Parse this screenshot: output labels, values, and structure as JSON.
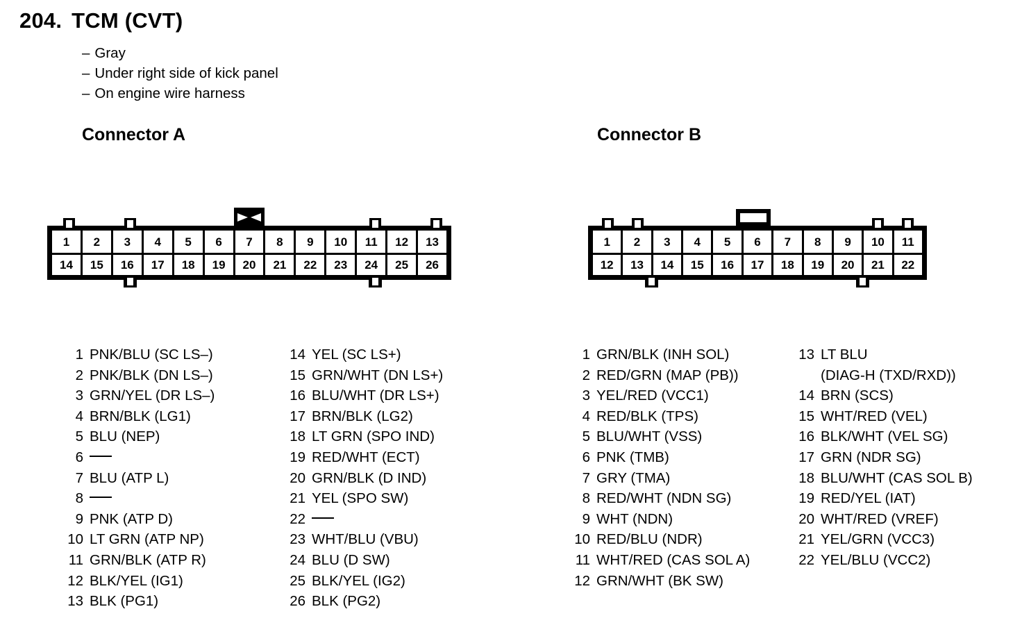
{
  "header": {
    "number": "204.",
    "title": "TCM (CVT)",
    "bullets": [
      "Gray",
      "Under right side of kick panel",
      "On engine wire harness"
    ],
    "dash": "–"
  },
  "connector_a": {
    "heading": "Connector A",
    "top_row": [
      "1",
      "2",
      "3",
      "4",
      "5",
      "6",
      "7",
      "8",
      "9",
      "10",
      "11",
      "12",
      "13"
    ],
    "bottom_row": [
      "14",
      "15",
      "16",
      "17",
      "18",
      "19",
      "20",
      "21",
      "22",
      "23",
      "24",
      "25",
      "26"
    ],
    "latch": "bowtie-latch-icon",
    "pins_left": [
      {
        "no": "1",
        "desc": "PNK/BLU (SC LS–)"
      },
      {
        "no": "2",
        "desc": "PNK/BLK (DN LS–)"
      },
      {
        "no": "3",
        "desc": "GRN/YEL (DR LS–)"
      },
      {
        "no": "4",
        "desc": "BRN/BLK (LG1)"
      },
      {
        "no": "5",
        "desc": "BLU (NEP)"
      },
      {
        "no": "6",
        "desc": ""
      },
      {
        "no": "7",
        "desc": "BLU (ATP L)"
      },
      {
        "no": "8",
        "desc": ""
      },
      {
        "no": "9",
        "desc": "PNK (ATP D)"
      },
      {
        "no": "10",
        "desc": "LT GRN (ATP NP)"
      },
      {
        "no": "11",
        "desc": "GRN/BLK (ATP R)"
      },
      {
        "no": "12",
        "desc": "BLK/YEL (IG1)"
      },
      {
        "no": "13",
        "desc": "BLK (PG1)"
      }
    ],
    "pins_right": [
      {
        "no": "14",
        "desc": "YEL (SC LS+)"
      },
      {
        "no": "15",
        "desc": "GRN/WHT (DN LS+)"
      },
      {
        "no": "16",
        "desc": "BLU/WHT (DR LS+)"
      },
      {
        "no": "17",
        "desc": "BRN/BLK (LG2)"
      },
      {
        "no": "18",
        "desc": "LT GRN (SPO IND)"
      },
      {
        "no": "19",
        "desc": "RED/WHT (ECT)"
      },
      {
        "no": "20",
        "desc": "GRN/BLK (D IND)"
      },
      {
        "no": "21",
        "desc": "YEL (SPO SW)"
      },
      {
        "no": "22",
        "desc": ""
      },
      {
        "no": "23",
        "desc": "WHT/BLU (VBU)"
      },
      {
        "no": "24",
        "desc": "BLU (D SW)"
      },
      {
        "no": "25",
        "desc": "BLK/YEL (IG2)"
      },
      {
        "no": "26",
        "desc": "BLK (PG2)"
      }
    ]
  },
  "connector_b": {
    "heading": "Connector B",
    "top_row": [
      "1",
      "2",
      "3",
      "4",
      "5",
      "6",
      "7",
      "8",
      "9",
      "10",
      "11"
    ],
    "bottom_row": [
      "12",
      "13",
      "14",
      "15",
      "16",
      "17",
      "18",
      "19",
      "20",
      "21",
      "22"
    ],
    "latch": "rectangular-latch-icon",
    "pins_left": [
      {
        "no": "1",
        "desc": "GRN/BLK (INH SOL)"
      },
      {
        "no": "2",
        "desc": "RED/GRN (MAP (PB))"
      },
      {
        "no": "3",
        "desc": "YEL/RED (VCC1)"
      },
      {
        "no": "4",
        "desc": "RED/BLK (TPS)"
      },
      {
        "no": "5",
        "desc": "BLU/WHT (VSS)"
      },
      {
        "no": "6",
        "desc": "PNK (TMB)"
      },
      {
        "no": "7",
        "desc": "GRY (TMA)"
      },
      {
        "no": "8",
        "desc": "RED/WHT (NDN SG)"
      },
      {
        "no": "9",
        "desc": "WHT (NDN)"
      },
      {
        "no": "10",
        "desc": "RED/BLU (NDR)"
      },
      {
        "no": "11",
        "desc": "WHT/RED (CAS SOL A)"
      },
      {
        "no": "12",
        "desc": "GRN/WHT (BK SW)"
      }
    ],
    "pins_right": [
      {
        "no": "13",
        "desc": "LT BLU",
        "desc2": "(DIAG-H (TXD/RXD))"
      },
      {
        "no": "14",
        "desc": "BRN (SCS)"
      },
      {
        "no": "15",
        "desc": "WHT/RED (VEL)"
      },
      {
        "no": "16",
        "desc": "BLK/WHT (VEL SG)"
      },
      {
        "no": "17",
        "desc": "GRN (NDR SG)"
      },
      {
        "no": "18",
        "desc": "BLU/WHT (CAS SOL B)"
      },
      {
        "no": "19",
        "desc": "RED/YEL (IAT)"
      },
      {
        "no": "20",
        "desc": "WHT/RED (VREF)"
      },
      {
        "no": "21",
        "desc": "YEL/GRN (VCC3)"
      },
      {
        "no": "22",
        "desc": "YEL/BLU (VCC2)"
      }
    ]
  },
  "colors": {
    "ink": "#000000",
    "paper": "#ffffff"
  }
}
